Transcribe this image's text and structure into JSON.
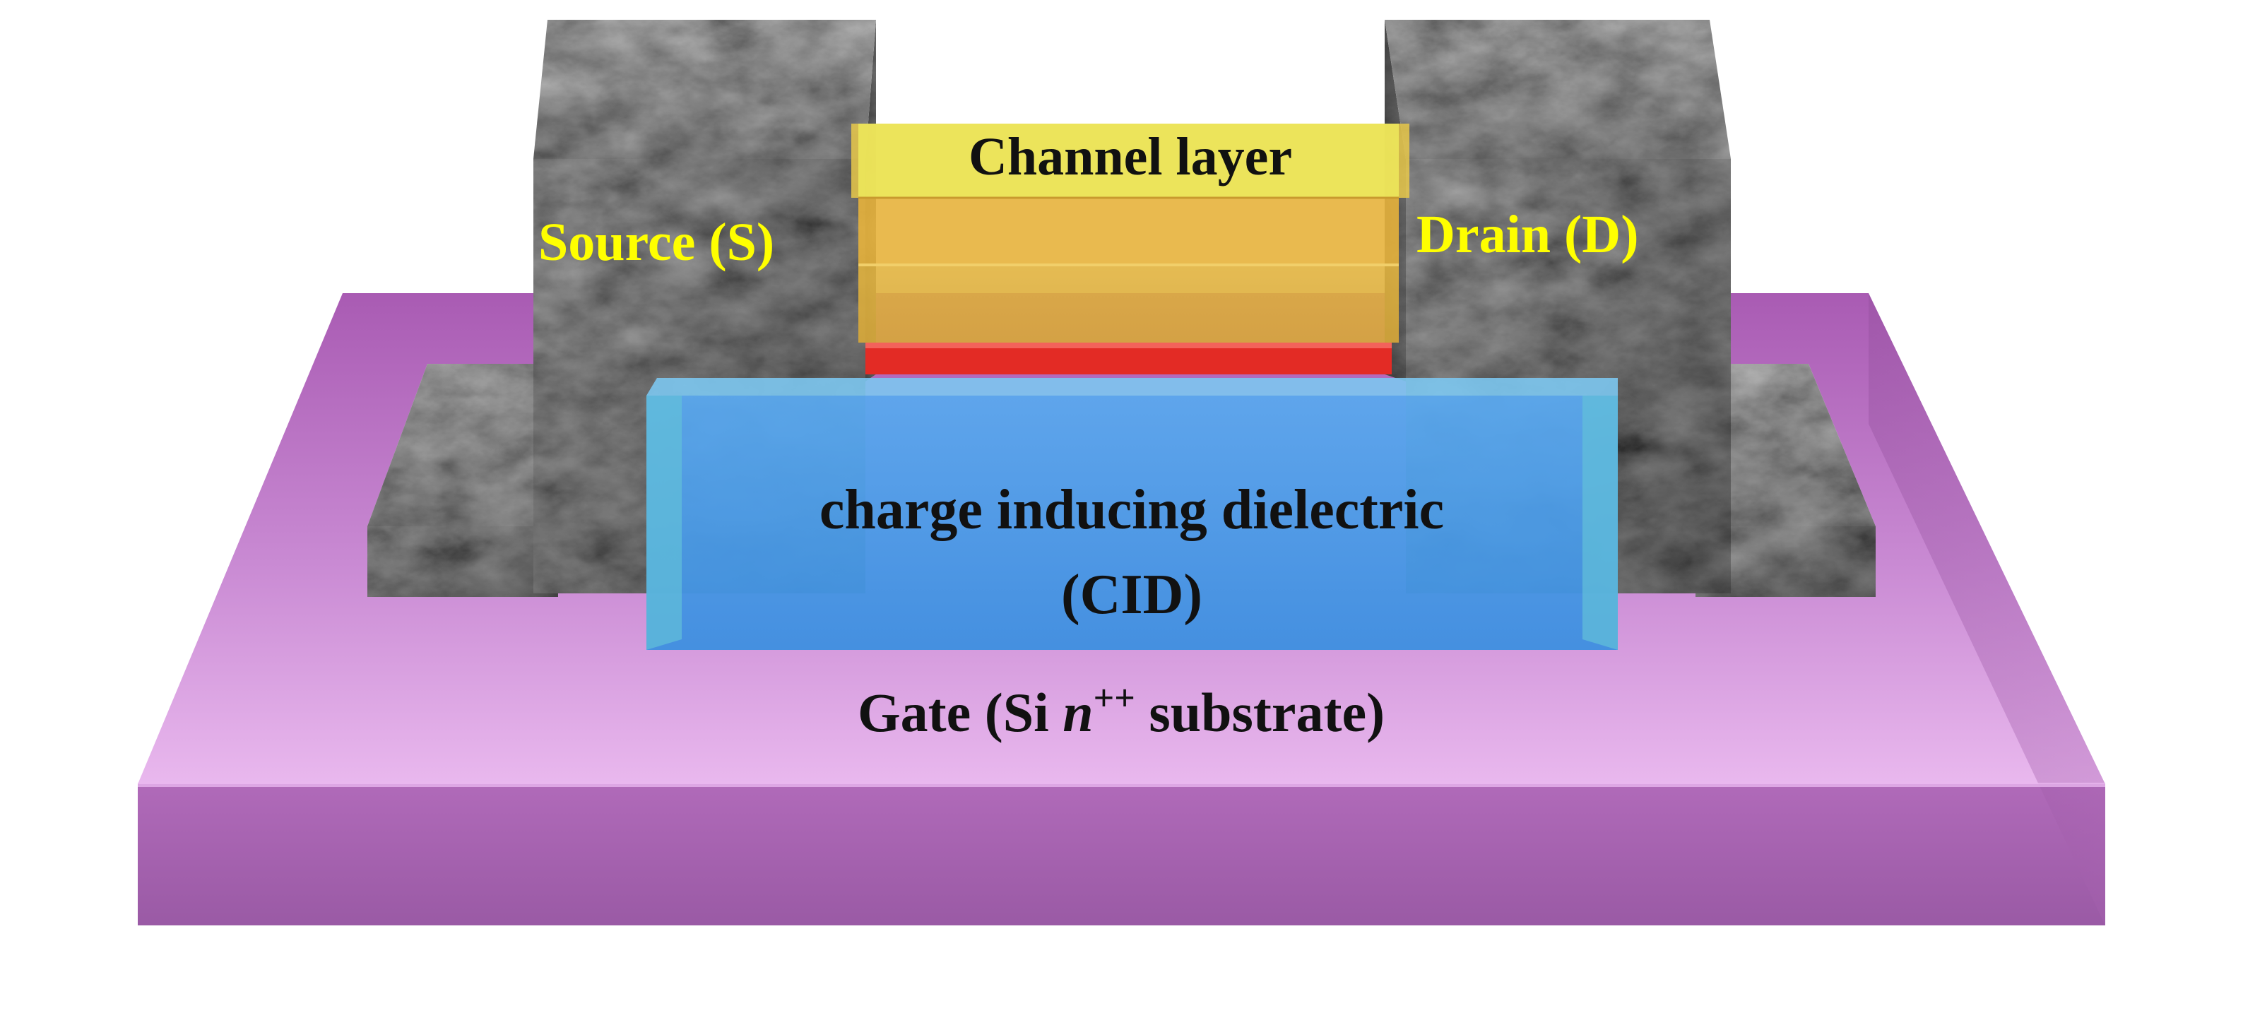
{
  "labels": {
    "channel": "Channel layer",
    "source": "Source (S)",
    "drain": "Drain (D)",
    "cid_line1": "charge inducing dielectric",
    "cid_line2": "(CID)",
    "gate_prefix": "Gate (Si ",
    "gate_italic": "n",
    "gate_sup": "++",
    "gate_suffix": " substrate)"
  },
  "colors": {
    "substrate": "#c57fd0",
    "channel_layer": "#e8e24a",
    "channel_sublayer": "#e7b23c",
    "red_layer": "#e32b25",
    "cid": "#4f9ee8",
    "metal": "#8e8e8e",
    "label_yellow": "#ffff00",
    "label_dark": "#111111"
  }
}
